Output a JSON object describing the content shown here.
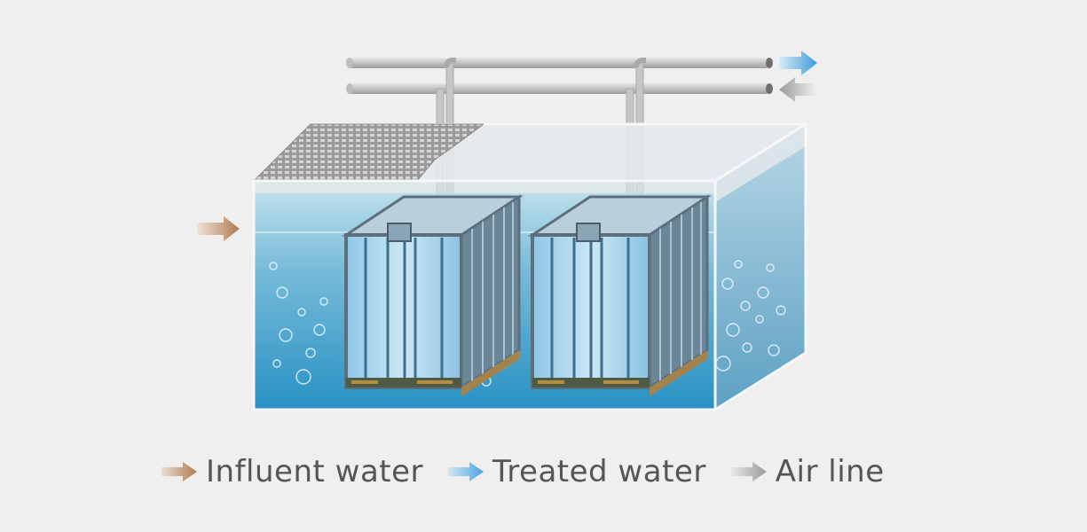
{
  "legend": {
    "items": [
      {
        "label": "Influent water",
        "color": "#b07a50",
        "icon": "influent-arrow"
      },
      {
        "label": "Treated water",
        "color": "#4aa3de",
        "icon": "treated-arrow"
      },
      {
        "label": "Air line",
        "color": "#9a9a9a",
        "icon": "air-arrow"
      }
    ]
  },
  "colors": {
    "background": "#efefef",
    "water_top": "#a9d3e6",
    "water_bottom": "#1e8fc0",
    "pipe": "#c8c8c8",
    "module_frame": "#5d6f7c"
  }
}
